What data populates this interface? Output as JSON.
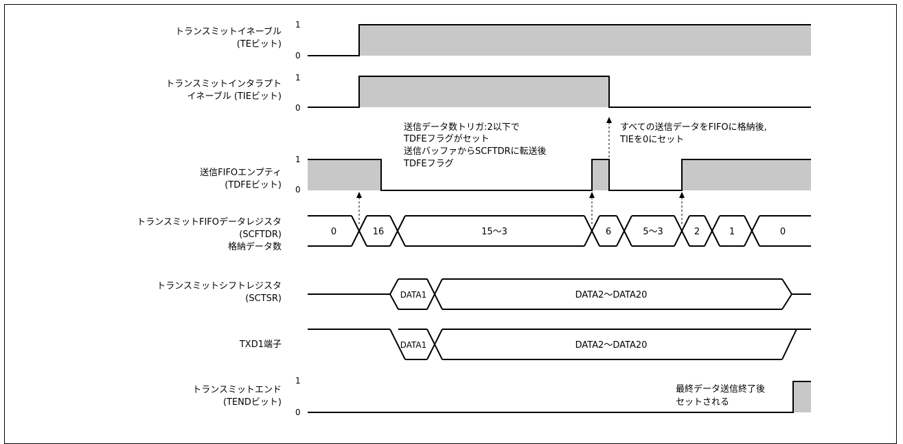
{
  "signals": {
    "te": {
      "line1": "トランスミットイネーブル",
      "line2": "(TEビット)",
      "high": "1",
      "low": "0"
    },
    "tie": {
      "line1": "トランスミットインタラプト",
      "line2": "イネーブル (TIEビット)",
      "high": "1",
      "low": "0"
    },
    "tdfe": {
      "line1": "送信FIFOエンプティ",
      "line2": "(TDFEビット)",
      "high": "1",
      "low": "0"
    },
    "scftdr": {
      "line1": "トランスミットFIFOデータレジスタ",
      "line2": "(SCFTDR)",
      "line3": "格納データ数",
      "segments": [
        "0",
        "16",
        "15〜3",
        "6",
        "5〜3",
        "2",
        "1",
        "0"
      ]
    },
    "sctsr": {
      "line1": "トランスミットシフトレジスタ",
      "line2": "(SCTSR)",
      "segments": [
        "DATA1",
        "DATA2〜DATA20"
      ]
    },
    "txd": {
      "line1": "TXD1端子",
      "segments": [
        "DATA1",
        "DATA2〜DATA20"
      ]
    },
    "tend": {
      "line1": "トランスミットエンド",
      "line2": "(TENDビット)",
      "high": "1",
      "low": "0"
    }
  },
  "annotations": {
    "trigger": {
      "line1": "送信データ数トリガ:2以下で",
      "line2": "TDFEフラグがセット",
      "line3": "送信バッファからSCFTDRに転送後",
      "line4": "TDFEフラグ"
    },
    "tie_clear": {
      "line1": "すべての送信データをFIFOに格納後,",
      "line2": "TIEを0にセット"
    },
    "tend_set": {
      "line1": "最終データ送信終了後",
      "line2": "セットされる"
    }
  },
  "colors": {
    "fill": "#c8c8c8",
    "line": "#000000"
  }
}
